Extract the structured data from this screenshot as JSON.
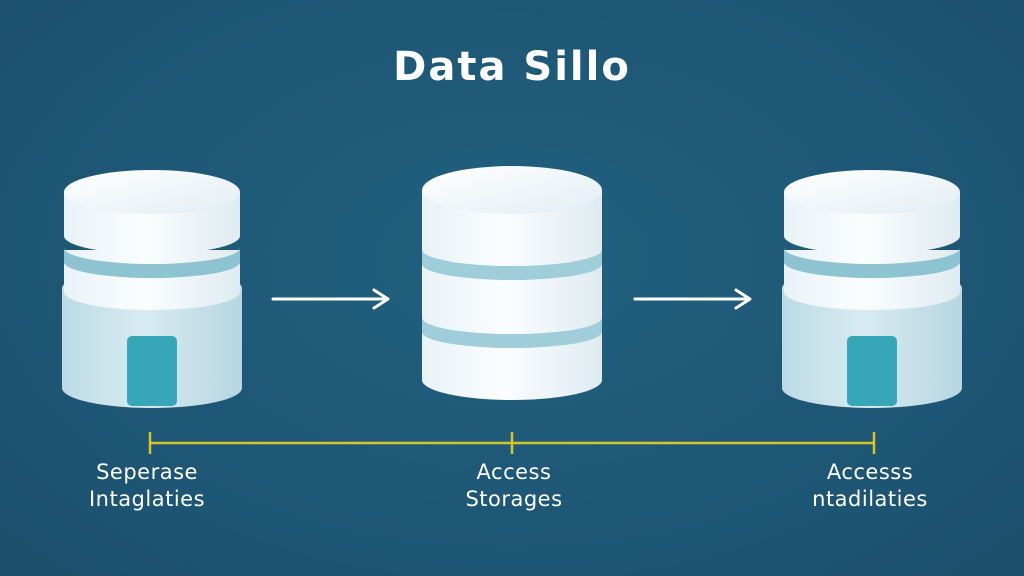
{
  "title": "Data Sillo",
  "colors": {
    "background": "#1f5a78",
    "cylinder_light": "#f4f8fb",
    "cylinder_blue": "#cbe3ec",
    "band": "#8ec3d1",
    "door": "#36a6b8",
    "timeline": "#d8c52a",
    "arrow": "#ffffff"
  },
  "nodes": [
    {
      "id": "silo-left",
      "type": "silo-with-door",
      "label_lines": [
        "Seperase",
        "Intaglaties"
      ]
    },
    {
      "id": "silo-middle",
      "type": "stacked-storage",
      "label_lines": [
        "Access",
        "Storages"
      ]
    },
    {
      "id": "silo-right",
      "type": "silo-with-door",
      "label_lines": [
        "Accesss",
        "ntadilaties"
      ]
    }
  ],
  "edges": [
    {
      "from": "silo-left",
      "to": "silo-middle",
      "style": "arrow"
    },
    {
      "from": "silo-middle",
      "to": "silo-right",
      "style": "arrow"
    }
  ],
  "timeline": {
    "ticks": 3
  }
}
